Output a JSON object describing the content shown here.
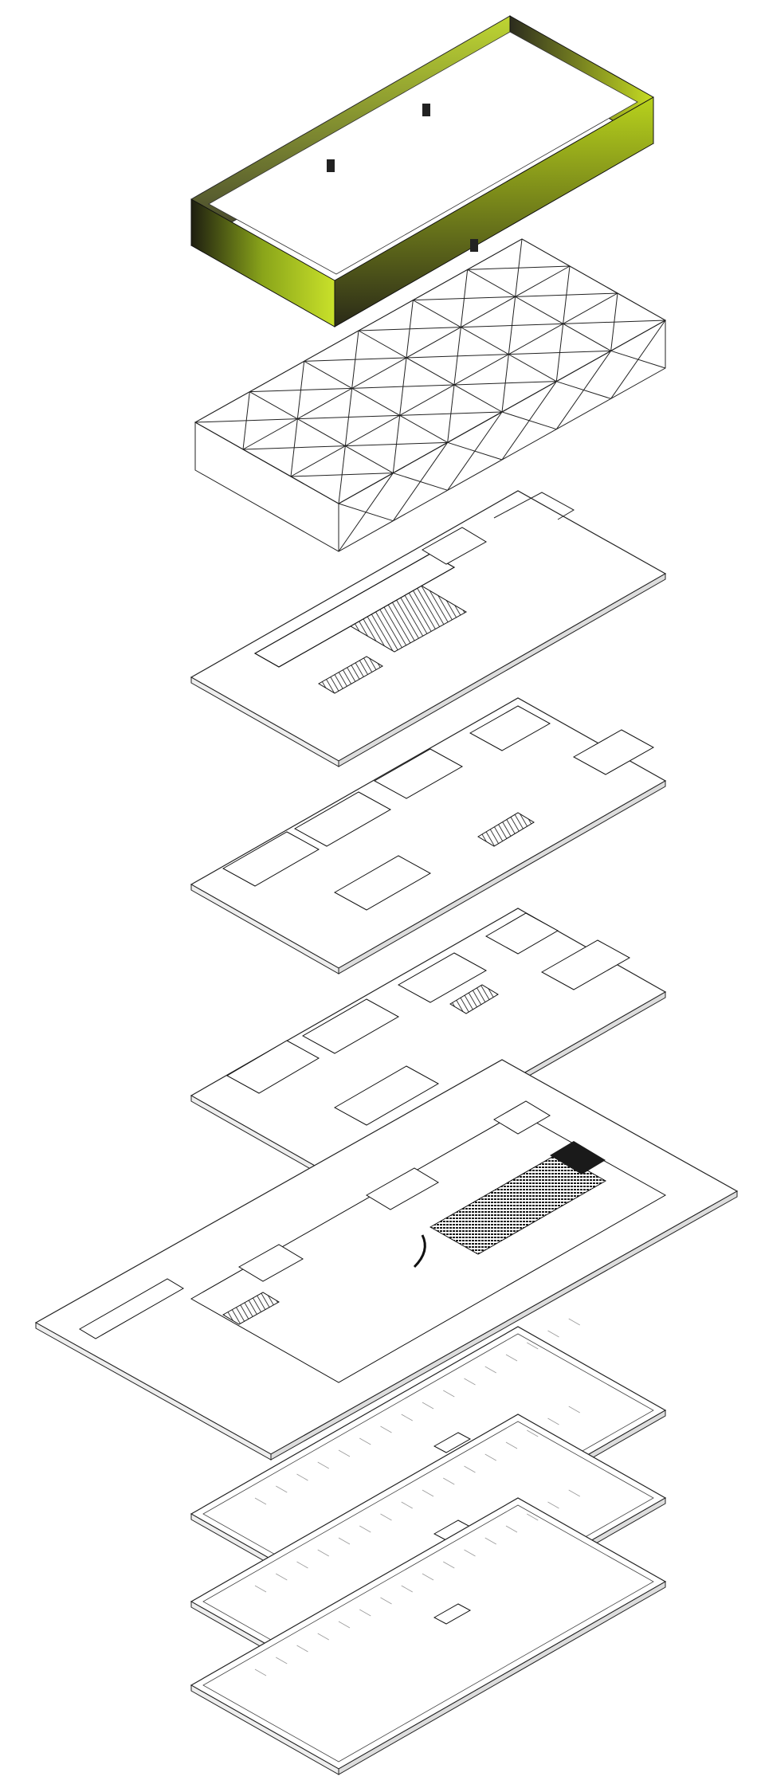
{
  "drawing": {
    "kind": "exploded-axonometric-building-diagram",
    "background_color": "#ffffff",
    "line_color": "#111111",
    "accent_color": "#b5cf1c",
    "layers": [
      {
        "id": "green-facade-screen",
        "material": "vegetated-screen"
      },
      {
        "id": "roof-space-truss",
        "material": "steel-truss"
      },
      {
        "id": "upper-floor-auditorium-plan",
        "material": "floor-plate"
      },
      {
        "id": "third-floor-plan",
        "material": "floor-plate"
      },
      {
        "id": "second-floor-plan",
        "material": "floor-plate"
      },
      {
        "id": "ground-floor-plan",
        "material": "floor-plate"
      },
      {
        "id": "parking-level-1",
        "material": "floor-plate"
      },
      {
        "id": "parking-level-2",
        "material": "floor-plate"
      },
      {
        "id": "parking-level-3",
        "material": "floor-plate"
      }
    ]
  }
}
